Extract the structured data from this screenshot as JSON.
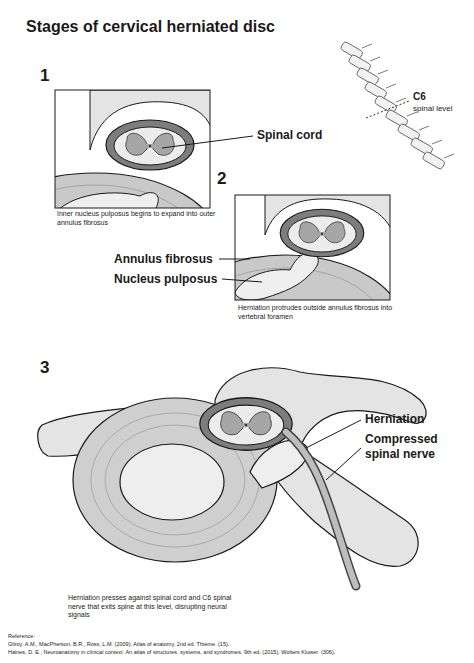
{
  "diagram": {
    "title": "Stages of cervical herniated disc",
    "labels": [
      "1",
      "Spinal cord",
      "Inner nucleus pulposus begins to expand into outer annulus fibrosus",
      "C6",
      "spinal level",
      "2",
      "Annulus fibrosus",
      "Nucleus pulposus",
      "Herniation protrudes outside annulus fibrosus into vertebral foramen",
      "3",
      "Herniation",
      "Compressed spinal nerve",
      "Herniation presses against spinal cord and C6 spinal nerve that exits spine at this level, disrupting neural signals",
      "Reference:",
      "Gilroy, A.M., MacPherson, B.R., Ross, L.M. (2009). Atlas of anatomy, 2nd ed. Thieme. (15).",
      "Haines, D. E., Neuroanatomy in clinical context: An atlas of structures, systems, and syndromes. 9th ed. (2015). Wolters Kluwer. (306)."
    ]
  }
}
